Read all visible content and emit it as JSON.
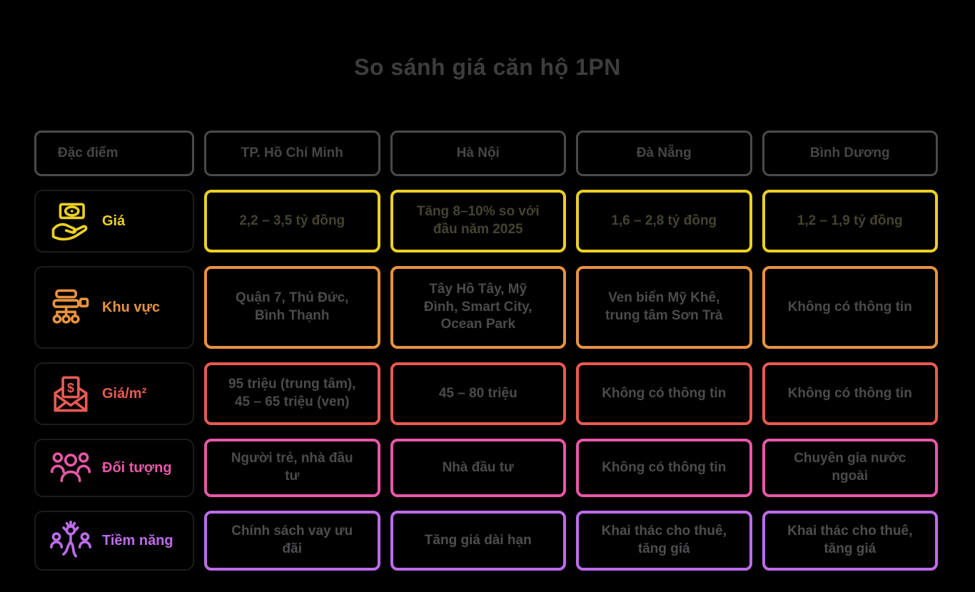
{
  "title": "So sánh giá căn hộ 1PN",
  "theme": {
    "background": "#000000",
    "title_color": "#3d3d3d",
    "header_border": "#4a4a4a",
    "header_text": "#464646",
    "label_box_border": "#1c1c1c"
  },
  "table": {
    "columns": [
      "Đặc điểm",
      "TP. Hồ Chí Minh",
      "Hà Nội",
      "Đà Nẵng",
      "Bình Dương"
    ],
    "rows": [
      {
        "label": "Giá",
        "icon": "money-hand-icon",
        "color": "#ecd024",
        "text_color": "#454330",
        "cells": [
          "2,2 – 3,5 tỷ đồng",
          "Tăng 8–10% so với đầu năm 2025",
          "1,6 – 2,8 tỷ đồng",
          "1,2 – 1,9 tỷ đồng"
        ]
      },
      {
        "label": "Khu vực",
        "icon": "area-hierarchy-icon",
        "color": "#e8923e",
        "text_color": "#4c4b4a",
        "cells": [
          "Quận 7, Thủ Đức, Bình Thạnh",
          "Tây Hồ Tây, Mỹ Đình, Smart City, Ocean Park",
          "Ven biển Mỹ Khê, trung tâm Sơn Trà",
          "Không có thông tin"
        ]
      },
      {
        "label": "Giá/m²",
        "icon": "envelope-dollar-icon",
        "color": "#e85a52",
        "text_color": "#4c4b4b",
        "cells": [
          "95 triệu (trung tâm), 45 – 65 triệu (ven)",
          "45 – 80 triệu",
          "Không có thông tin",
          "Không có thông tin"
        ]
      },
      {
        "label": "Đối tượng",
        "icon": "people-group-icon",
        "color": "#e857a8",
        "text_color": "#4c4b4b",
        "cells": [
          "Người trẻ, nhà đầu tư",
          "Nhà đầu tư",
          "Không có thông tin",
          "Chuyên gia nước ngoài"
        ]
      },
      {
        "label": "Tiềm năng",
        "icon": "growth-people-icon",
        "color": "#bd6cea",
        "text_color": "#4e4d50",
        "cells": [
          "Chính sách vay ưu đãi",
          "Tăng giá dài hạn",
          "Khai thác cho thuê, tăng giá",
          "Khai thác cho thuê, tăng giá"
        ]
      }
    ]
  }
}
